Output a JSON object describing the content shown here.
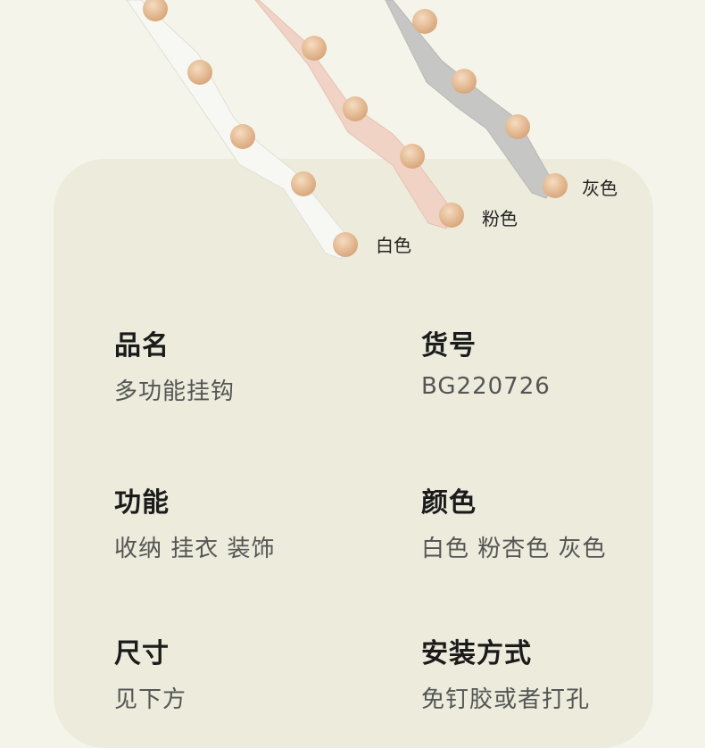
{
  "colors": {
    "background": "#f4f4ea",
    "panel": "#ecebdc",
    "strip_white": "#f6f6f2",
    "strip_pink": "#f1d3c6",
    "strip_gray": "#c6c6c4",
    "knob": "#e6be97"
  },
  "hero": {
    "labels": [
      "白色",
      "粉色",
      "灰色"
    ]
  },
  "specs": [
    {
      "title": "品名",
      "value": "多功能挂钩"
    },
    {
      "title": "货号",
      "value": "BG220726"
    },
    {
      "title": "功能",
      "value": "收纳 挂衣 装饰"
    },
    {
      "title": "颜色",
      "value": "白色 粉杏色 灰色"
    },
    {
      "title": "尺寸",
      "value": "见下方"
    },
    {
      "title": "安装方式",
      "value": "免钉胶或者打孔"
    }
  ]
}
